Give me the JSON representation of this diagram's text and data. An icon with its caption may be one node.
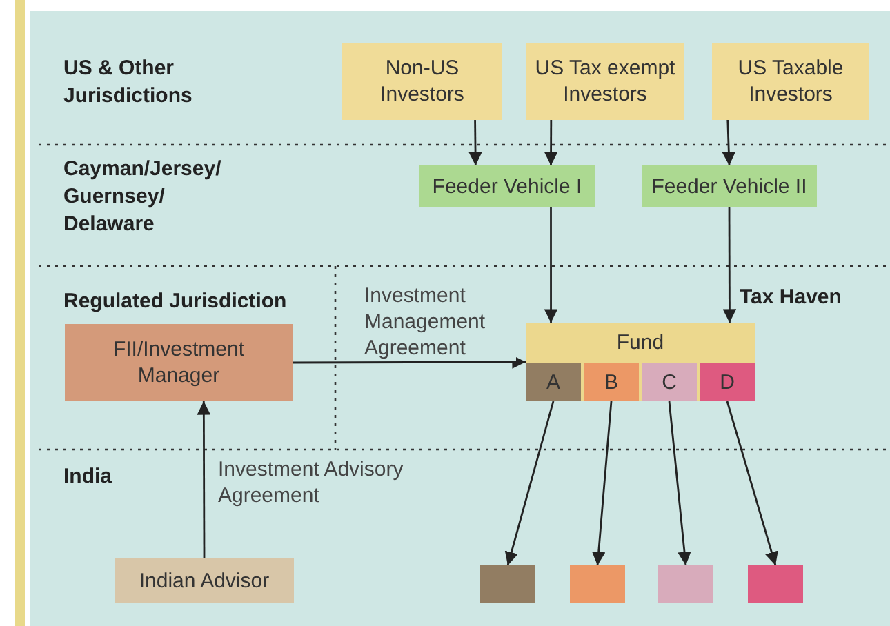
{
  "diagram": {
    "nodes": [
      {
        "text": [
          "Non-US Investors"
        ]
      },
      {
        "text": [
          "US Tax exempt Investors"
        ]
      },
      {
        "text": [
          "US Taxable Investors"
        ]
      },
      {
        "text": [
          "Feeder Vehicle I"
        ]
      },
      {
        "text": [
          "Feeder Vehicle II"
        ]
      },
      {
        "text": [
          "FII/Investment Manager"
        ]
      },
      {
        "text": [
          "Fund"
        ]
      },
      {
        "text": [
          "A"
        ],
        "in": 6
      },
      {
        "text": [
          "B"
        ],
        "in": 6
      },
      {
        "text": [
          "C"
        ],
        "in": 6
      },
      {
        "text": [
          "D"
        ],
        "in": 6
      },
      {
        "text": [
          "Indian Advisor"
        ]
      },
      {
        "text": [],
        "shape": "box"
      },
      {
        "text": [],
        "shape": "box"
      },
      {
        "text": [],
        "shape": "box"
      },
      {
        "text": [],
        "shape": "box"
      }
    ],
    "edges": [
      {
        "from": 0,
        "to": 3,
        "arrow": "to"
      },
      {
        "from": 1,
        "to": 3,
        "arrow": "to"
      },
      {
        "from": 2,
        "to": 4,
        "arrow": "to"
      },
      {
        "from": 3,
        "to": 6,
        "arrow": "to"
      },
      {
        "from": 4,
        "to": 6,
        "arrow": "to"
      },
      {
        "from": 5,
        "to": 6,
        "arrow": "to",
        "label": "Investment Management Agreement"
      },
      {
        "from": 11,
        "to": 5,
        "arrow": "to",
        "label": "Investment Advisory Agreement"
      },
      {
        "from": 7,
        "to": 12,
        "arrow": "to"
      },
      {
        "from": 8,
        "to": 13,
        "arrow": "to"
      },
      {
        "from": 9,
        "to": 14,
        "arrow": "to"
      },
      {
        "from": 10,
        "to": 15,
        "arrow": "to"
      }
    ],
    "labels": [
      "US & Other Jurisdictions",
      "Cayman/Jersey/ Guernsey/ Delaware",
      "Regulated Jurisdiction",
      "Tax Haven",
      "India"
    ]
  }
}
